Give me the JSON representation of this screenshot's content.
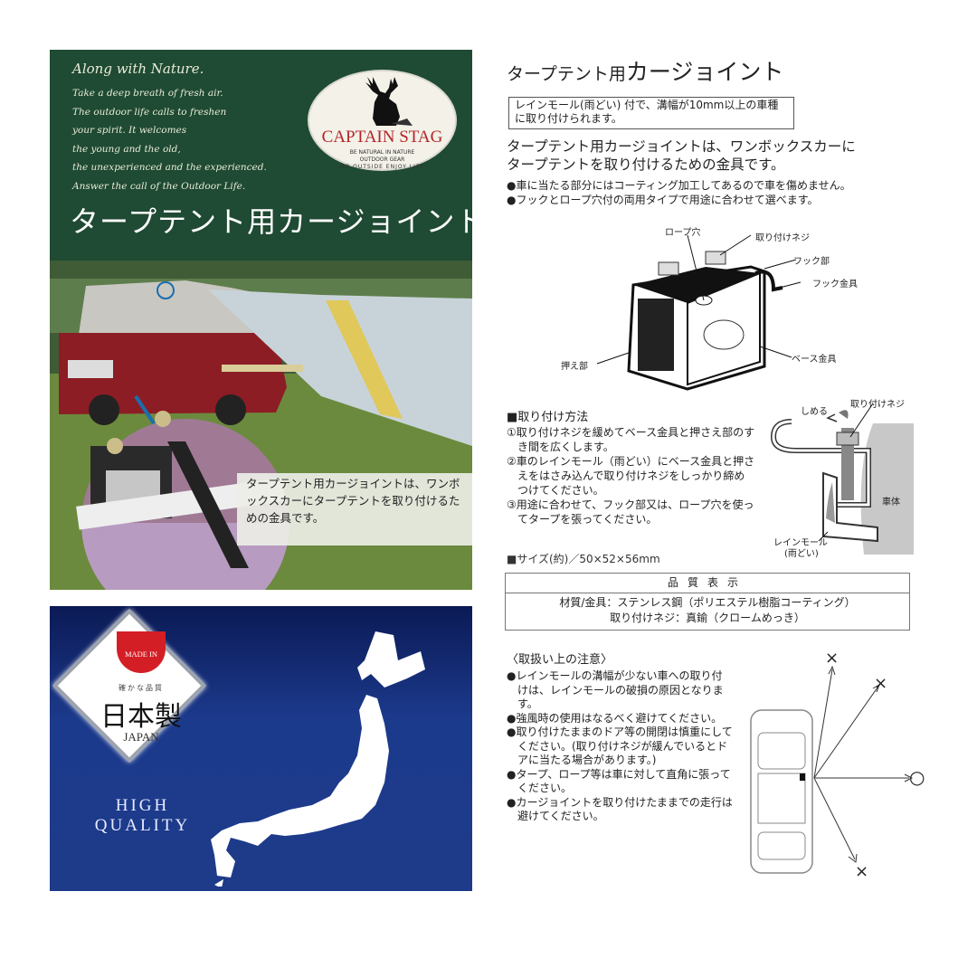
{
  "left_panel": {
    "tagline": "Along with Nature.",
    "poem": [
      "Take a deep breath of fresh air.",
      "The outdoor life calls to freshen",
      "your spirit. It welcomes",
      "the young and the old,",
      "the unexperienced and the experienced.",
      "Answer the call of the Outdoor Life."
    ],
    "logo": {
      "name": "CAPTAIN STAG",
      "sub1": "BE NATURAL IN NATURE",
      "sub2": "OUTDOOR GEAR",
      "arc": "GO OUTSIDE ENJOY LIFE"
    },
    "title": "タープテント用カージョイント",
    "caption": "タープテント用カージョイントは、ワンボックスカーにタープテントを取り付けるための金具です。",
    "colors": {
      "green": "#1f4a33",
      "logo_red": "#b3262a"
    }
  },
  "badge": {
    "made_in": "MADE IN",
    "tagline": "確かな品質",
    "made_in_japan": "日本製",
    "japan": "JAPAN",
    "high_quality": "HIGH QUALITY",
    "colors": {
      "navy": "#1c3a8c",
      "red": "#d41e26"
    }
  },
  "right": {
    "title_small": "タープテント用",
    "title_large": "カージョイント",
    "notice": "レインモール(雨どい) 付で、溝幅が10mm以上の車種に取り付けられます。",
    "intro": [
      "タープテント用カージョイントは、ワンボックスカーに",
      "タープテントを取り付けるための金具です。"
    ],
    "features": [
      "●車に当たる部分にはコーティング加工してあるので車を傷めません。",
      "●フックとロープ穴付の両用タイプで用途に合わせて選べます。"
    ],
    "diagram_labels": {
      "rope_hole": "ロープ穴",
      "screw": "取り付けネジ",
      "hook": "フック部",
      "hook_metal": "フック金具",
      "base": "ベース金具",
      "presser": "押え部"
    },
    "install": {
      "heading": "■取り付け方法",
      "steps": [
        "①取り付けネジを緩めてベース金具と押さえ部のすき間を広くします。",
        "②車のレインモール（雨どい）にベース金具と押さえをはさみ込んで取り付けネジをしっかり締めつけてください。",
        "③用途に合わせて、フック部又は、ロープ穴を使ってタープを張ってください。"
      ],
      "diagram": {
        "tighten": "しめる",
        "screw": "取り付けネジ",
        "body": "車体",
        "rain_mould": "レインモール",
        "rain_gutter": "(雨どい)"
      }
    },
    "size": "■サイズ(約)／50×52×56mm",
    "quality": {
      "heading": "品質表示",
      "lines": [
        "材質/金具：ステンレス鋼（ポリエステル樹脂コーティング）",
        "取り付けネジ：真鍮（クロームめっき）"
      ]
    },
    "caution": {
      "heading": "〈取扱い上の注意〉",
      "items": [
        "●レインモールの溝幅が少ない車への取り付けは、レインモールの破損の原因となります。",
        "●強風時の使用はなるべく避けてください。",
        "●取り付けたままのドア等の開閉は慎重にしてください。(取り付けネジが緩んでいるとドアに当たる場合があります。)",
        "●タープ、ロープ等は車に対して直角に張ってください。",
        "●カージョイントを取り付けたままでの走行は避けてください。"
      ],
      "marks": {
        "ng": "×",
        "ok": "○"
      }
    }
  }
}
